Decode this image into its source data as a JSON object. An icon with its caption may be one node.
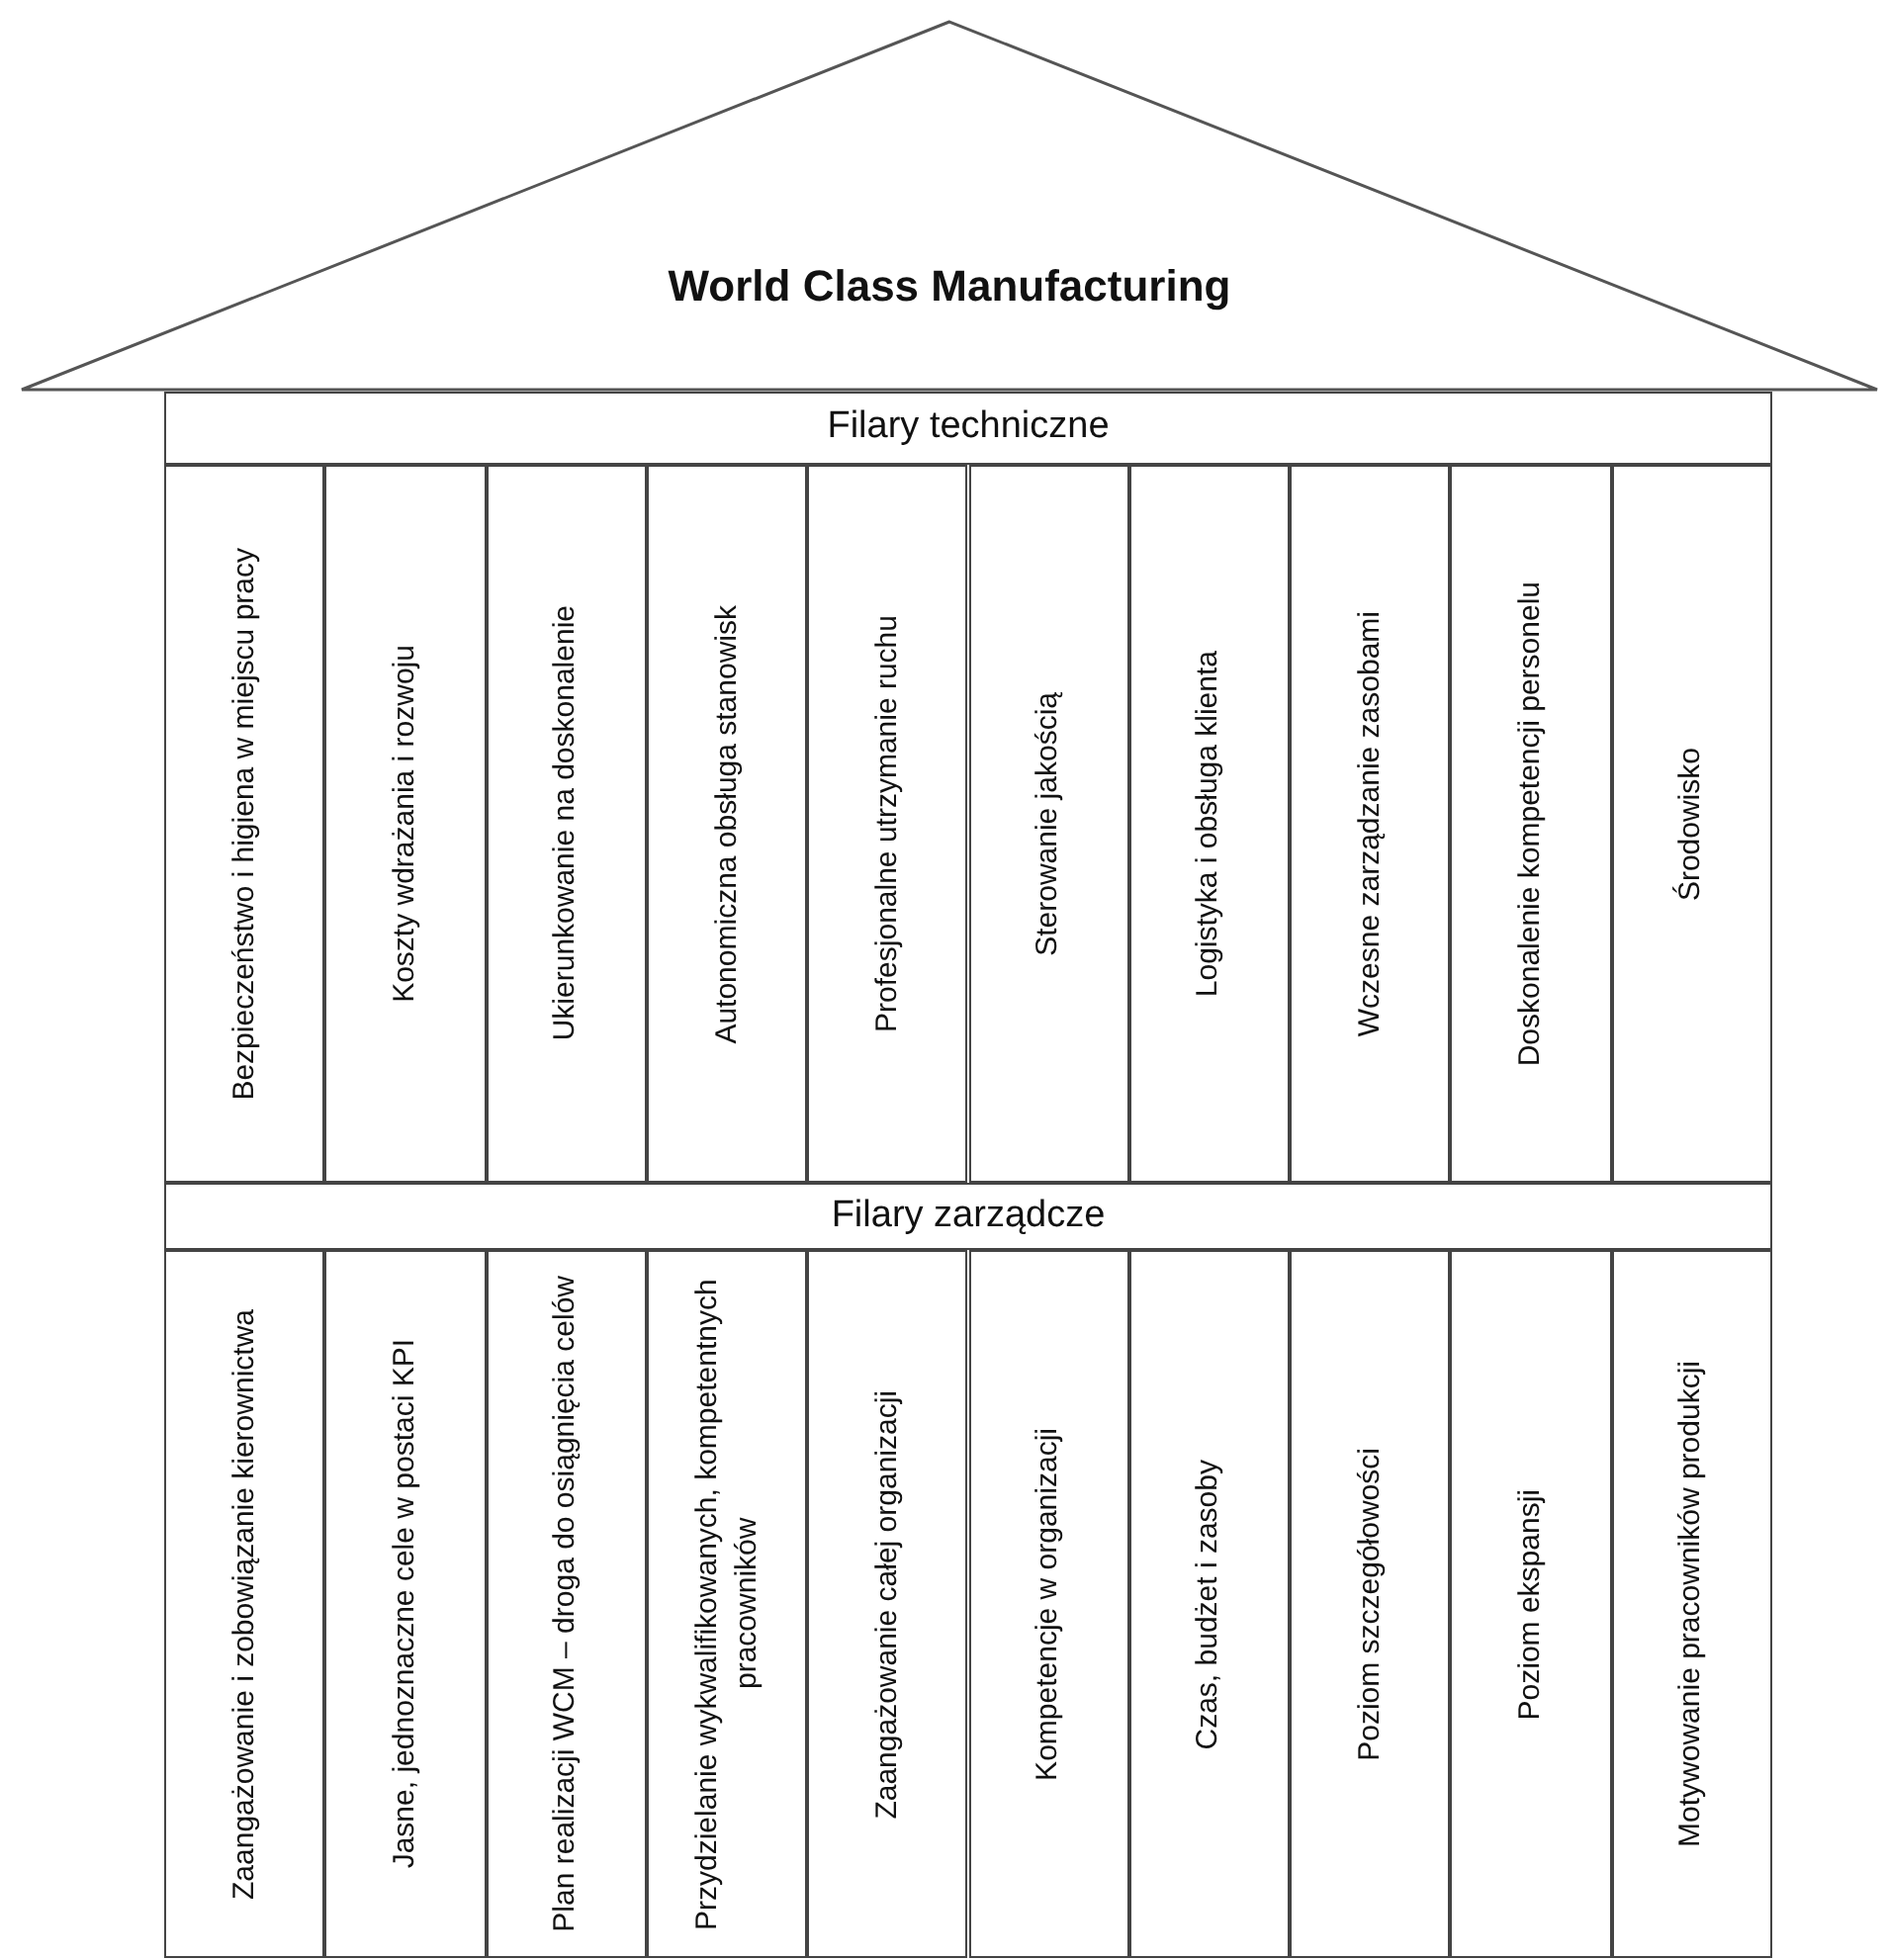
{
  "diagram": {
    "nodes": [
      {
        "text": [
          "World Class Manufacturing"
        ]
      },
      {
        "text": [
          "Filary techniczne"
        ]
      },
      {
        "text": [
          "Bezpieczeństwo i higiena w miejscu pracy"
        ]
      },
      {
        "text": [
          "Koszty wdrażania i rozwoju"
        ]
      },
      {
        "text": [
          "Ukierunkowanie na doskonalenie"
        ]
      },
      {
        "text": [
          "Autonomiczna obsługa stanowisk"
        ]
      },
      {
        "text": [
          "Profesjonalne utrzymanie ruchu"
        ]
      },
      {
        "text": [
          "Sterowanie jakością"
        ]
      },
      {
        "text": [
          "Logistyka i obsługa klienta"
        ]
      },
      {
        "text": [
          "Wczesne zarządzanie zasobami"
        ]
      },
      {
        "text": [
          "Doskonalenie kompetencji personelu"
        ]
      },
      {
        "text": [
          "Środowisko"
        ]
      },
      {
        "text": [
          "Filary zarządcze"
        ]
      },
      {
        "text": [
          "Zaangażowanie i zobowiązanie kierownictwa"
        ]
      },
      {
        "text": [
          "Jasne, jednoznaczne cele w postaci KPI"
        ]
      },
      {
        "text": [
          "Plan realizacji WCM – droga do osiągnięcia celów"
        ]
      },
      {
        "text": [
          "Przydzielanie wykwalifikowanych, kompetentnych pracowników"
        ]
      },
      {
        "text": [
          "Zaangażowanie całej organizacji"
        ]
      },
      {
        "text": [
          "Kompetencje w organizacji"
        ]
      },
      {
        "text": [
          "Czas, budżet i zasoby"
        ]
      },
      {
        "text": [
          "Poziom szczegółowości"
        ]
      },
      {
        "text": [
          "Poziom ekspansji"
        ]
      },
      {
        "text": [
          "Motywowanie pracowników produkcji"
        ]
      }
    ]
  }
}
